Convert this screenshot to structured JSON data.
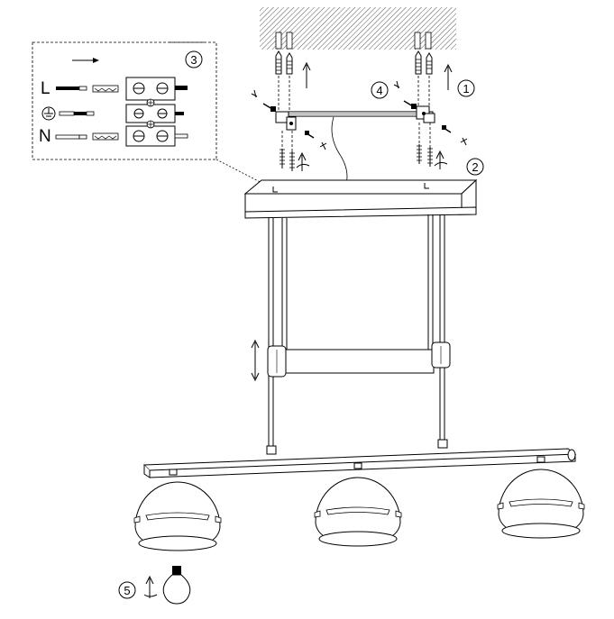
{
  "wiring": {
    "live_label": "L",
    "neutral_label": "N",
    "earth_symbol": "earth-ground-symbol"
  },
  "steps": {
    "step1": "①",
    "step2": "②",
    "step3": "③",
    "step4": "④",
    "step5": "⑤"
  },
  "colors": {
    "line": "#000000",
    "hatch": "#555555",
    "ceiling_fill": "#e6e6e6",
    "canopy_fill": "#ffffff",
    "shade_fill": "#ffffff"
  },
  "icons": [
    "wall-plug-icon",
    "screw-icon",
    "screwdriver-icon",
    "arrow-up-icon",
    "rotate-arrow-icon",
    "terminal-block-icon",
    "light-bulb-icon",
    "height-adjust-arrow-icon"
  ]
}
